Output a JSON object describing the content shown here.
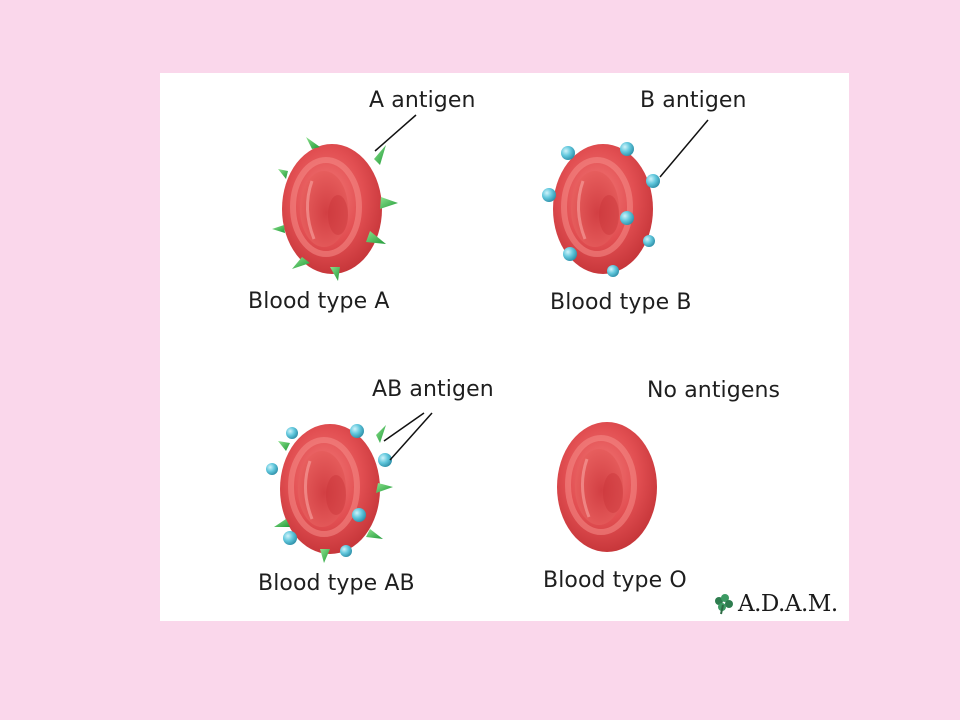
{
  "labels": {
    "a_antigen": "A antigen",
    "b_antigen": "B antigen",
    "ab_antigen": "AB antigen",
    "no_antigens": "No antigens",
    "type_a": "Blood type A",
    "type_b": "Blood type B",
    "type_ab": "Blood type AB",
    "type_o": "Blood type O"
  },
  "logo": {
    "text": "A.D.A.M.",
    "icon": "leaf-icon"
  },
  "colors": {
    "background": "#FAD7EB",
    "panel": "#FFFFFF",
    "cell_red": "#E0474B",
    "a_antigen_green": "#3DBA4A",
    "b_antigen_cyan": "#58C9DE"
  }
}
